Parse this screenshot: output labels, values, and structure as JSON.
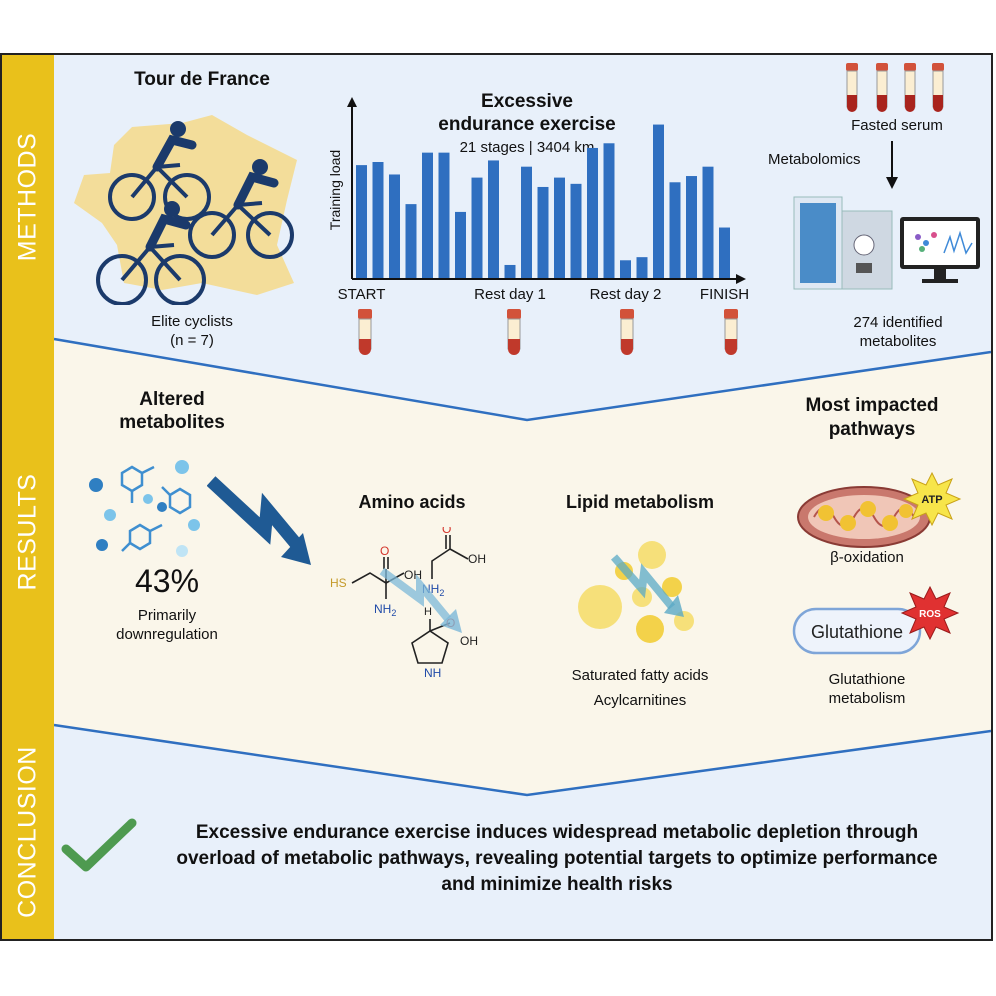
{
  "sections": {
    "methods": "METHODS",
    "results": "RESULTS",
    "conclusion": "CONCLUSION"
  },
  "methods": {
    "race_title": "Tour de France",
    "cyclists_label": "Elite cyclists",
    "cyclists_n": "(n = 7)",
    "exercise_title_line1": "Excessive",
    "exercise_title_line2": "endurance exercise",
    "exercise_subtitle": "21 stages | 3404 km",
    "serum_label": "Fasted serum",
    "metabolomics_label": "Metabolomics",
    "identified_line1": "274 identified",
    "identified_line2": "metabolites"
  },
  "chart_data": {
    "type": "bar",
    "ylabel": "Training load",
    "xlabel": "",
    "categories": [
      "START",
      "Rest day 1",
      "Rest day 2",
      "FINISH"
    ],
    "values": [
      0.73,
      0.75,
      0.67,
      0.48,
      0.81,
      0.81,
      0.43,
      0.65,
      0.76,
      0.09,
      0.72,
      0.59,
      0.65,
      0.61,
      0.84,
      0.87,
      0.12,
      0.14,
      0.99,
      0.62,
      0.66,
      0.72,
      0.33
    ],
    "ylim": [
      0,
      1
    ]
  },
  "results": {
    "altered_line1": "Altered",
    "altered_line2": "metabolites",
    "percent": "43%",
    "percent_note_line1": "Primarily",
    "percent_note_line2": "downregulation",
    "amino_acids_title": "Amino acids",
    "lipid_title": "Lipid metabolism",
    "lipid_item1": "Saturated fatty acids",
    "lipid_item2": "Acylcarnitines",
    "pathways_line1": "Most impacted",
    "pathways_line2": "pathways",
    "atp": "ATP",
    "beta_oxidation": "β-oxidation",
    "glutathione_pill": "Glutathione",
    "ros": "ROS",
    "glutathione_line1": "Glutathione",
    "glutathione_line2": "metabolism",
    "chem": {
      "sh": "HS",
      "nh2": "NH",
      "sub2": "2",
      "o": "O",
      "oh": "OH",
      "h": "H",
      "nh": "NH"
    }
  },
  "conclusion": {
    "line1": "Excessive endurance exercise induces widespread metabolic depletion through",
    "line2": "overload of metabolic pathways, revealing potential targets to optimize performance",
    "line3": "and minimize health risks"
  },
  "colors": {
    "accent_yellow": "#e9c11b",
    "bar_blue": "#2f6fc0",
    "panel_blue": "#e8f0fa",
    "panel_cream": "#faf6ea",
    "check_green": "#4e9a50"
  }
}
